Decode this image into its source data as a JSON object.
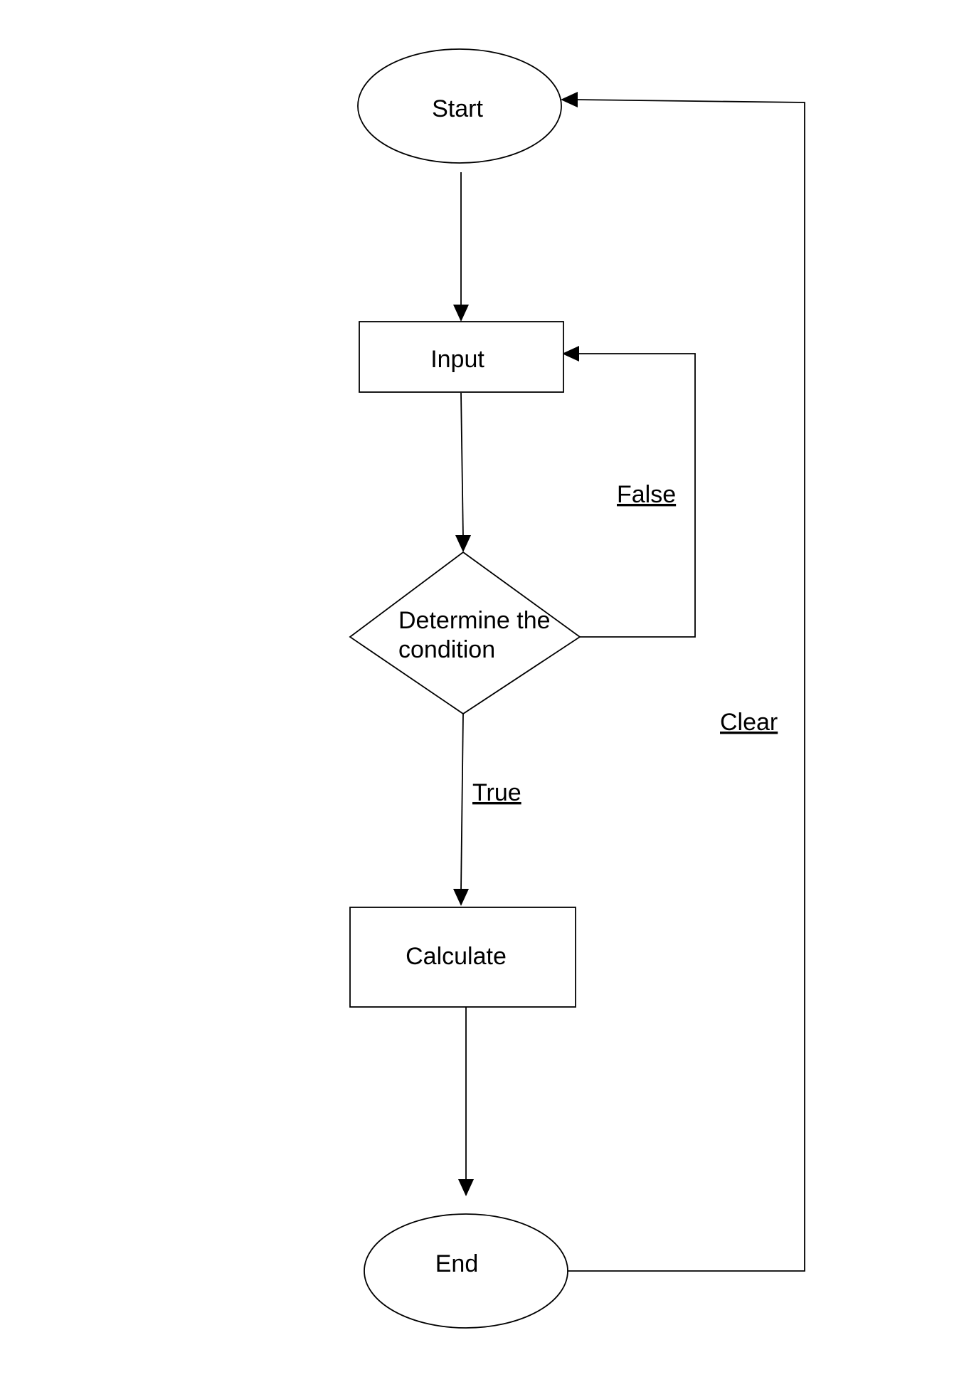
{
  "diagram": {
    "nodes": {
      "start": {
        "label": "Start",
        "shape": "ellipse"
      },
      "input": {
        "label": "Input",
        "shape": "rectangle"
      },
      "condition": {
        "label_line1": "Determine the",
        "label_line2": "condition",
        "shape": "diamond"
      },
      "calculate": {
        "label": "Calculate",
        "shape": "rectangle"
      },
      "end": {
        "label": "End",
        "shape": "ellipse"
      }
    },
    "edges": {
      "start_to_input": {
        "from": "Start",
        "to": "Input"
      },
      "input_to_condition": {
        "from": "Input",
        "to": "Determine the condition"
      },
      "condition_false": {
        "from": "Determine the condition",
        "to": "Input",
        "label": "False"
      },
      "condition_true": {
        "from": "Determine the condition",
        "to": "Calculate",
        "label": "True"
      },
      "calculate_to_end": {
        "from": "Calculate",
        "to": "End"
      },
      "end_clear": {
        "from": "End",
        "to": "Start",
        "label": "Clear"
      }
    },
    "colors": {
      "stroke": "#000000",
      "fill": "#ffffff",
      "text": "#000000"
    }
  }
}
